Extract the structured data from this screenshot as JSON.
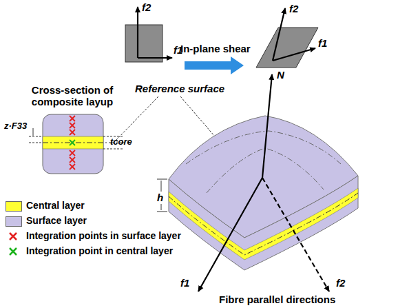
{
  "diagram": {
    "labels": [
      "f2",
      "f1",
      "In-plane shear",
      "f2",
      "f1",
      "Cross-section of composite layup",
      "z·F33",
      "tcore",
      "Reference surface",
      "N",
      "h",
      "f1",
      "f2",
      "Fibre parallel directions"
    ],
    "legend": [
      {
        "text": "Central layer",
        "color": "#ffff33"
      },
      {
        "text": "Surface layer",
        "color": "#c8c2e6"
      },
      {
        "text": "Integration points in surface layer"
      },
      {
        "text": "Integration point in central layer"
      }
    ]
  }
}
